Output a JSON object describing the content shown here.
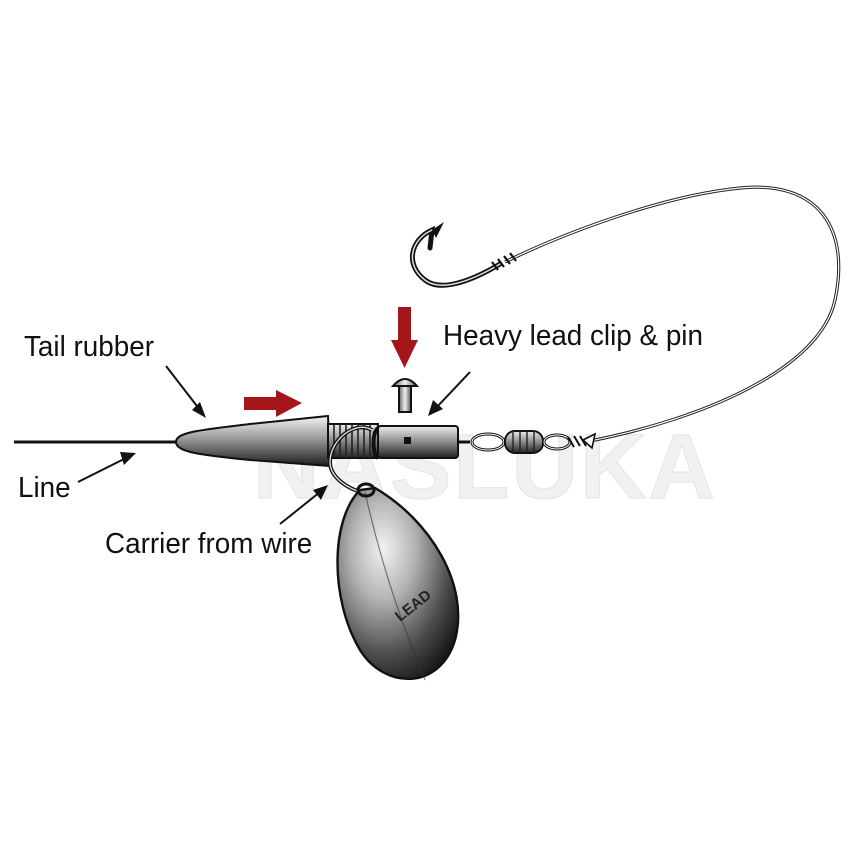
{
  "labels": {
    "tail_rubber": "Tail rubber",
    "heavy_lead_clip": "Heavy lead clip & pin",
    "line": "Line",
    "carrier": "Carrier from wire"
  },
  "weight_marking": "LEAD",
  "watermark": "NASLUKA",
  "colors": {
    "ink": "#111111",
    "red_arrow": "#a5161b",
    "metal_light": "#e6e6e6",
    "metal_dark": "#2a2a2a",
    "watermark": "#f1f1f1"
  },
  "icons": [
    "red-arrow-right-icon",
    "red-arrow-down-icon"
  ]
}
